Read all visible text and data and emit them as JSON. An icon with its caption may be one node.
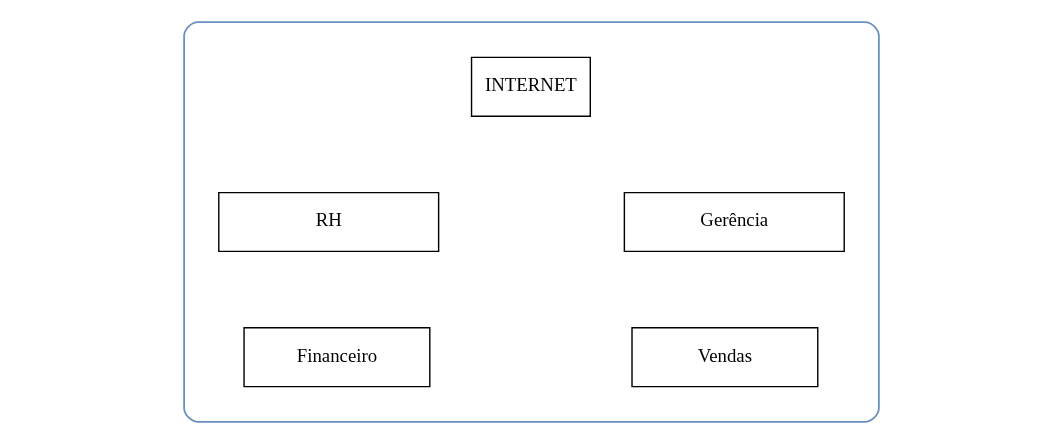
{
  "diagram": {
    "nodes": [
      {
        "text": [],
        "shape": "box"
      },
      {
        "text": [
          "INTERNET"
        ],
        "in": 0
      },
      {
        "text": [
          "RH"
        ],
        "in": 0
      },
      {
        "text": [
          "Gerência"
        ],
        "in": 0
      },
      {
        "text": [
          "Financeiro"
        ],
        "in": 0
      },
      {
        "text": [
          "Vendas"
        ],
        "in": 0
      }
    ]
  }
}
